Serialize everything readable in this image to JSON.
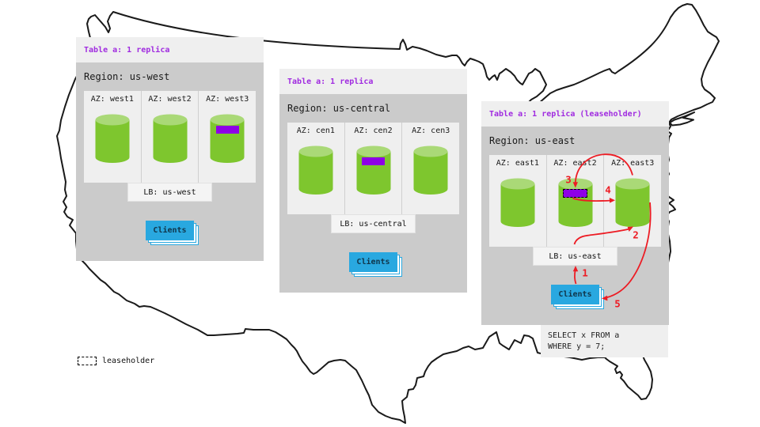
{
  "colors": {
    "panel_header_bg": "#efefef",
    "panel_body_bg": "#cbcbcb",
    "az_bg": "#efefef",
    "purple_text": "#a02be0",
    "replica_purple": "#8e00e6",
    "cylinder_green": "#7ec62e",
    "cylinder_top_green": "#aad977",
    "clients_blue": "#29a8e0",
    "arrow_red": "#ed1c24",
    "lb_bg": "#f4f4f4",
    "sql_bg": "#efefef",
    "map_stroke": "#1a1a1a"
  },
  "regions": [
    {
      "table_label": "Table a: 1 replica",
      "region_label": "Region: us-west",
      "azs": [
        {
          "label": "AZ: west1",
          "replica": false,
          "leaseholder": false
        },
        {
          "label": "AZ: west2",
          "replica": false,
          "leaseholder": false
        },
        {
          "label": "AZ: west3",
          "replica": true,
          "leaseholder": false
        }
      ],
      "lb_label": "LB: us-west",
      "clients_label": "Clients"
    },
    {
      "table_label": "Table a: 1 replica",
      "region_label": "Region: us-central",
      "azs": [
        {
          "label": "AZ: cen1",
          "replica": false,
          "leaseholder": false
        },
        {
          "label": "AZ: cen2",
          "replica": true,
          "leaseholder": false
        },
        {
          "label": "AZ: cen3",
          "replica": false,
          "leaseholder": false
        }
      ],
      "lb_label": "LB: us-central",
      "clients_label": "Clients"
    },
    {
      "table_label": "Table a: 1 replica (leaseholder)",
      "region_label": "Region: us-east",
      "azs": [
        {
          "label": "AZ: east1",
          "replica": false,
          "leaseholder": false
        },
        {
          "label": "AZ: east2",
          "replica": true,
          "leaseholder": true
        },
        {
          "label": "AZ: east3",
          "replica": false,
          "leaseholder": false
        }
      ],
      "lb_label": "LB: us-east",
      "clients_label": "Clients"
    }
  ],
  "arrows": {
    "steps": [
      "1",
      "2",
      "3",
      "4",
      "5"
    ]
  },
  "sql": {
    "line1": "SELECT x FROM a",
    "line2": "WHERE y = 7;"
  },
  "legend": {
    "label": "leaseholder"
  }
}
